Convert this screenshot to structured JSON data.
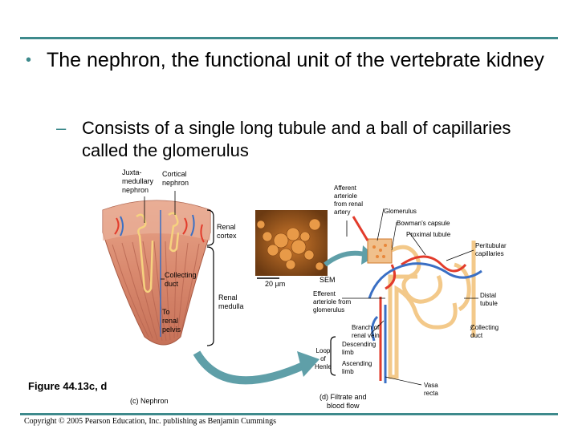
{
  "slide": {
    "bullet1": "The nephron, the functional unit of the vertebrate kidney",
    "bullet2": "Consists of a single long tubule and a ball of capillaries called the glomerulus",
    "bullet1_marker": "•",
    "bullet2_marker": "–"
  },
  "figure": {
    "labels": {
      "juxtamedullary": "Juxta-\nmedullary\nnephron",
      "cortical": "Cortical\nnephron",
      "renal_cortex": "Renal\ncortex",
      "collecting_duct": "Collecting\nduct",
      "to_renal_pelvis": "To\nrenal\npelvis",
      "renal_medulla": "Renal\nmedulla",
      "scale": "20 µm",
      "sem": "SEM",
      "afferent": "Afferent\narteriole\nfrom renal\nartery",
      "glomerulus": "Glomerulus",
      "bowmans": "Bowman's capsule",
      "proximal": "Proximal tubule",
      "peritubular": "Peritubular\ncapillaries",
      "efferent": "Efferent\narteriole from\nglomerulus",
      "distal": "Distal\ntubule",
      "branch_vein": "Branch of\nrenal vein",
      "collecting_duct_2": "Collecting\nduct",
      "descending": "Descending\nlimb",
      "loop_henle": "Loop\nof\nHenle",
      "ascending": "Ascending\nlimb",
      "vasa_recta": "Vasa\nrecta",
      "panel_c": "(c) Nephron",
      "panel_d": "(d) Filtrate and\nblood flow"
    },
    "caption": "Figure 44.13c, d"
  },
  "footer": {
    "copyright": "Copyright © 2005 Pearson Education, Inc. publishing as Benjamin Cummings"
  },
  "colors": {
    "accent": "#3e8a8c",
    "tissue": "#d98b70",
    "vessel_red": "#e23b2b",
    "vessel_blue": "#3a6fc4",
    "tubule": "#f3c98a",
    "arrow": "#5f9fa8"
  }
}
